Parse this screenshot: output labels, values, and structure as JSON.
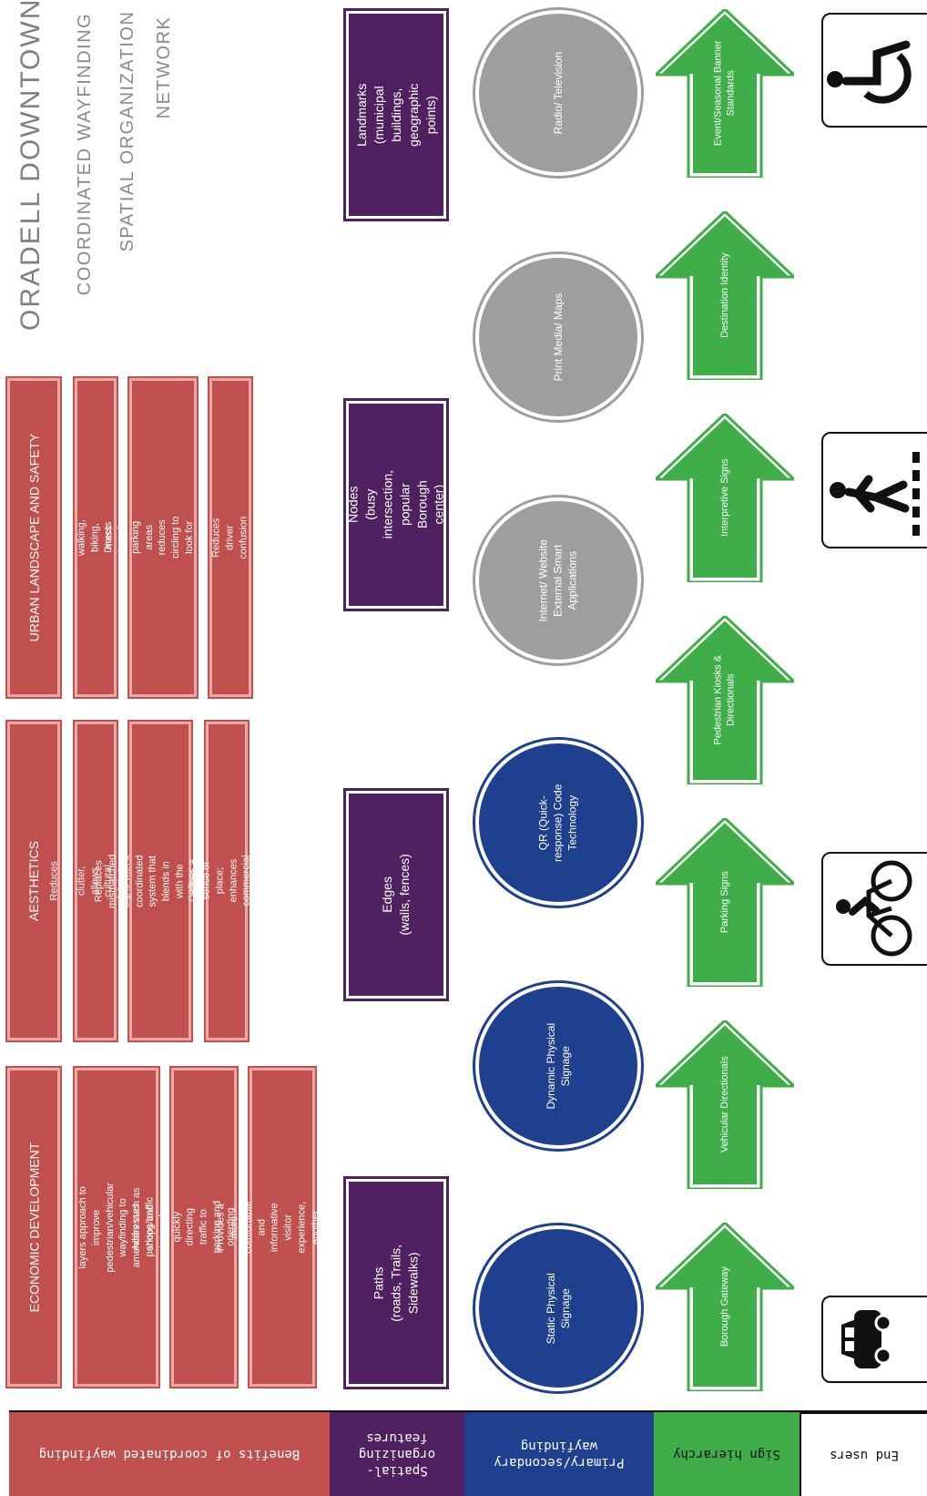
{
  "title": {
    "main": "ORADELL DOWNTOWN",
    "line1": "COORDINATED WAYFINDING",
    "line2": "SPATIAL ORGANIZATION",
    "line3": "NETWORK"
  },
  "benefits": [
    {
      "heading": "ECONOMIC DEVELOPMENT",
      "items": [
        "Establishes a multi-layers approach to improve pedestrian/vehicular wayfinding to amenities such as shops and restaurants",
        "Addresses parking/traffic issues by quickly directing traffic to parking and orienting visitors to area amenities",
        "Provides a more comfortable and informative visitor experience, another reason to return"
      ]
    },
    {
      "heading": "AESTHETICS",
      "items": [
        "Reduces visual clutter, allows cultural fabric to dominate",
        "Replaces mismatched signs with a coordinated system that blends in with the city's historic character",
        "Defines a sense of place; enhances commercial branding"
      ]
    },
    {
      "heading": "URBAN LANDSCAPE AND SAFETY",
      "items": [
        "Promotes walking, biking, mass transit",
        "Directs cars to parking areas reduces circling to look for parking or destination",
        "Reduces driver confusion"
      ]
    }
  ],
  "spatial_features": [
    {
      "name": "Paths",
      "detail": "(roads, Trails, Sidewalks)"
    },
    {
      "name": "Edges",
      "detail": "(walls, fences)"
    },
    {
      "name": "Nodes",
      "detail": "(busy intersection, popular Borough center)"
    },
    {
      "name": "Landmarks",
      "detail": "(municipal buildings, geographic points)"
    }
  ],
  "wayfinding": [
    {
      "label": "Static Physical Signage",
      "color": "#1f3f8f"
    },
    {
      "label": "Dynamic Physical Signage",
      "color": "#1f3f8f"
    },
    {
      "label": "QR (Quick-response) Code Technology",
      "color": "#1f3f8f"
    },
    {
      "label": "Internet/ Website External Smart Applications",
      "color": "#9e9e9e"
    },
    {
      "label": "Print Media/ Maps",
      "color": "#9e9e9e"
    },
    {
      "label": "Radio/ Television",
      "color": "#9e9e9e"
    }
  ],
  "sign_hierarchy": [
    "Borough Gateway",
    "Vehicular Directionals",
    "Parking Signs",
    "Pedestrian Kiosks & Directionals",
    "Interpretive Signs",
    "Destination Identity",
    "Event/Seasonal Banner Standards"
  ],
  "end_users_icons": [
    "car-icon",
    "bicycle-icon",
    "pedestrian-icon",
    "wheelchair-icon"
  ],
  "bands": [
    {
      "label": "Benefits of coordinated wayfinding",
      "color": "#c0504d"
    },
    {
      "label": "Spatial-organizing features",
      "color": "#4f2160"
    },
    {
      "label": "Primary/secondary wayfinding",
      "color": "#1f3f8f"
    },
    {
      "label": "Sign hierarchy",
      "color": "#3fae49"
    },
    {
      "label": "End users",
      "color": "#ffffff"
    }
  ],
  "colors": {
    "red": "#c0504d",
    "purple": "#4f2160",
    "blue": "#1f3f8f",
    "gray": "#9e9e9e",
    "green": "#3fae49"
  }
}
